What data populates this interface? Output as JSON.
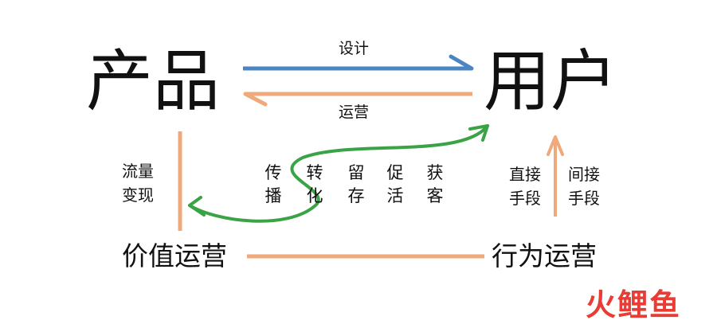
{
  "nodes": {
    "product": "产品",
    "user": "用户",
    "value_ops": "价值运营",
    "behavior_ops": "行为运营"
  },
  "edges": {
    "design": "设计",
    "operations": "运营",
    "traffic_monetization": [
      "流量",
      "变现"
    ],
    "direct_means": [
      "直接",
      "手段"
    ],
    "indirect_means": [
      "间接",
      "手段"
    ]
  },
  "funnel_steps": [
    [
      "传",
      "播"
    ],
    [
      "转",
      "化"
    ],
    [
      "留",
      "存"
    ],
    [
      "促",
      "活"
    ],
    [
      "获",
      "客"
    ]
  ],
  "watermark": "火鲤鱼",
  "colors": {
    "blue_arrow": "#4a84c2",
    "orange_arrow": "#f0a97b",
    "green_arrow": "#3aa346",
    "watermark": "#e8322a"
  }
}
